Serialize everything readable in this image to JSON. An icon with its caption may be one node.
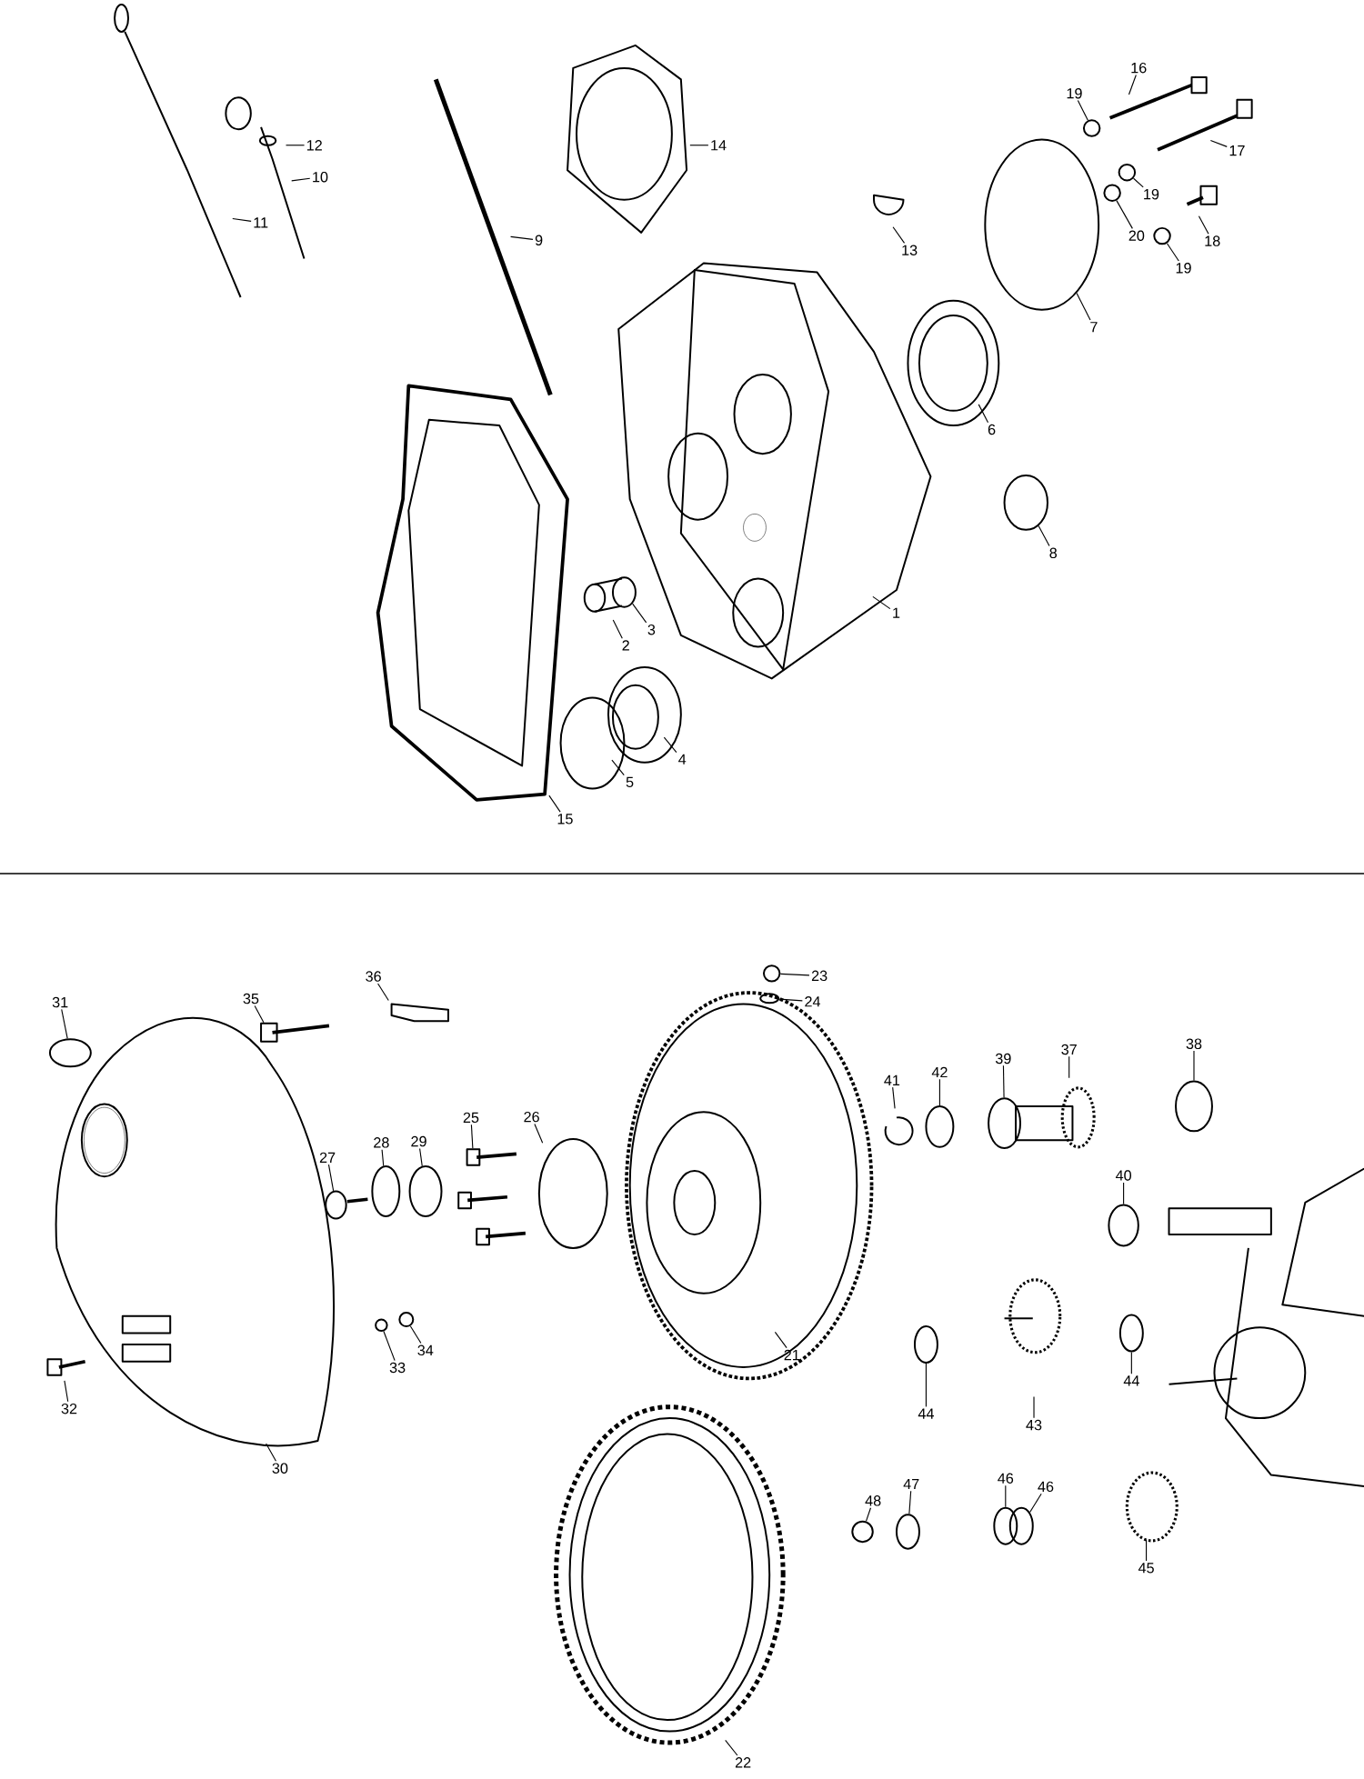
{
  "diagram": {
    "nodes": [
      {
        "text": [
          "16"
        ]
      },
      {
        "text": [
          "19"
        ]
      },
      {
        "text": [
          "12"
        ]
      },
      {
        "text": [
          "14"
        ]
      },
      {
        "text": [
          "10"
        ]
      },
      {
        "text": [
          "17"
        ]
      },
      {
        "text": [
          "19"
        ]
      },
      {
        "text": [
          "11"
        ]
      },
      {
        "text": [
          "20"
        ]
      },
      {
        "text": [
          "9"
        ]
      },
      {
        "text": [
          "13"
        ]
      },
      {
        "text": [
          "18"
        ]
      },
      {
        "text": [
          "19"
        ]
      },
      {
        "text": [
          "7"
        ]
      },
      {
        "text": [
          "6"
        ]
      },
      {
        "text": [
          "8"
        ]
      },
      {
        "text": [
          "1"
        ]
      },
      {
        "text": [
          "3"
        ]
      },
      {
        "text": [
          "2"
        ]
      },
      {
        "text": [
          "4"
        ]
      },
      {
        "text": [
          "5"
        ]
      },
      {
        "text": [
          "15"
        ]
      },
      {
        "text": [
          "23"
        ]
      },
      {
        "text": [
          "36"
        ]
      },
      {
        "text": [
          "24"
        ]
      },
      {
        "text": [
          "35"
        ]
      },
      {
        "text": [
          "31"
        ]
      },
      {
        "text": [
          "38"
        ]
      },
      {
        "text": [
          "37"
        ]
      },
      {
        "text": [
          "39"
        ]
      },
      {
        "text": [
          "42"
        ]
      },
      {
        "text": [
          "41"
        ]
      },
      {
        "text": [
          "26"
        ]
      },
      {
        "text": [
          "25"
        ]
      },
      {
        "text": [
          "28"
        ]
      },
      {
        "text": [
          "29"
        ]
      },
      {
        "text": [
          "27"
        ]
      },
      {
        "text": [
          "40"
        ]
      },
      {
        "text": [
          "34"
        ]
      },
      {
        "text": [
          "21"
        ]
      },
      {
        "text": [
          "33"
        ]
      },
      {
        "text": [
          "44"
        ]
      },
      {
        "text": [
          "32"
        ]
      },
      {
        "text": [
          "44"
        ]
      },
      {
        "text": [
          "43"
        ]
      },
      {
        "text": [
          "30"
        ]
      },
      {
        "text": [
          "46"
        ]
      },
      {
        "text": [
          "46"
        ]
      },
      {
        "text": [
          "47"
        ]
      },
      {
        "text": [
          "48"
        ]
      },
      {
        "text": [
          "45"
        ]
      },
      {
        "text": [
          "22"
        ]
      },
      {
        "text": [],
        "shape": "circle"
      },
      {
        "text": [],
        "shape": "circle"
      },
      {
        "text": [],
        "shape": "circle"
      },
      {
        "text": [],
        "shape": "circle"
      },
      {
        "text": [],
        "shape": "circle"
      },
      {
        "text": [],
        "shape": "circle"
      },
      {
        "text": [],
        "shape": "circle"
      },
      {
        "text": [],
        "shape": "circle"
      },
      {
        "text": [],
        "shape": "circle"
      },
      {
        "text": [],
        "shape": "circle"
      },
      {
        "text": [],
        "shape": "circle"
      },
      {
        "text": [],
        "shape": "box"
      },
      {
        "text": [],
        "shape": "box"
      },
      {
        "text": [],
        "shape": "circle"
      },
      {
        "text": [],
        "shape": "circle"
      },
      {
        "text": [],
        "shape": "circle"
      },
      {
        "text": [],
        "shape": "circle"
      },
      {
        "text": [],
        "shape": "circle"
      },
      {
        "text": [],
        "shape": "circle"
      },
      {
        "text": [],
        "shape": "circle"
      },
      {
        "text": [],
        "shape": "circle"
      },
      {
        "text": [],
        "shape": "circle"
      },
      {
        "text": [],
        "shape": "circle"
      },
      {
        "text": [],
        "shape": "circle"
      },
      {
        "text": [],
        "shape": "circle"
      },
      {
        "text": [],
        "shape": "circle"
      },
      {
        "text": [],
        "shape": "circle"
      }
    ],
    "edges": [
      {
        "from": 0,
        "to": null,
        "arrow": "none"
      },
      {
        "from": 1,
        "to": 52,
        "arrow": "none"
      },
      {
        "from": 2,
        "to": null,
        "arrow": "none"
      },
      {
        "from": 3,
        "to": null,
        "arrow": "none"
      },
      {
        "from": 4,
        "to": null,
        "arrow": "none"
      },
      {
        "from": 5,
        "to": null,
        "arrow": "none"
      },
      {
        "from": 6,
        "to": 53,
        "arrow": "none"
      },
      {
        "from": 7,
        "to": null,
        "arrow": "none"
      },
      {
        "from": 8,
        "to": 54,
        "arrow": "none"
      },
      {
        "from": 9,
        "to": null,
        "arrow": "none"
      },
      {
        "from": 10,
        "to": null,
        "arrow": "none"
      },
      {
        "from": 11,
        "to": null,
        "arrow": "none"
      },
      {
        "from": 12,
        "to": 55,
        "arrow": "none"
      },
      {
        "from": 13,
        "to": 77,
        "arrow": "none"
      },
      {
        "from": 14,
        "to": null,
        "arrow": "none"
      },
      {
        "from": 15,
        "to": 78,
        "arrow": "none"
      },
      {
        "from": 16,
        "to": null,
        "arrow": "none"
      },
      {
        "from": 17,
        "to": 56,
        "arrow": "none"
      },
      {
        "from": 18,
        "to": null,
        "arrow": "none"
      },
      {
        "from": 19,
        "to": null,
        "arrow": "none"
      },
      {
        "from": 20,
        "to": null,
        "arrow": "none"
      },
      {
        "from": 21,
        "to": null,
        "arrow": "none"
      },
      {
        "from": 22,
        "to": 57,
        "arrow": "none"
      },
      {
        "from": 23,
        "to": null,
        "arrow": "none"
      },
      {
        "from": 24,
        "to": 58,
        "arrow": "none"
      },
      {
        "from": 25,
        "to": 63,
        "arrow": "none"
      },
      {
        "from": 26,
        "to": 59,
        "arrow": "none"
      },
      {
        "from": 27,
        "to": 72,
        "arrow": "none"
      },
      {
        "from": 28,
        "to": null,
        "arrow": "none"
      },
      {
        "from": 29,
        "to": 71,
        "arrow": "none"
      },
      {
        "from": 30,
        "to": 70,
        "arrow": "none"
      },
      {
        "from": 31,
        "to": null,
        "arrow": "none"
      },
      {
        "from": 32,
        "to": null,
        "arrow": "none"
      },
      {
        "from": 33,
        "to": 64,
        "arrow": "none"
      },
      {
        "from": 34,
        "to": 60,
        "arrow": "none"
      },
      {
        "from": 35,
        "to": 61,
        "arrow": "none"
      },
      {
        "from": 36,
        "to": 62,
        "arrow": "none"
      },
      {
        "from": 37,
        "to": 69,
        "arrow": "none"
      },
      {
        "from": 38,
        "to": 65,
        "arrow": "none"
      },
      {
        "from": 39,
        "to": null,
        "arrow": "none"
      },
      {
        "from": 40,
        "to": 66,
        "arrow": "none"
      },
      {
        "from": 41,
        "to": 67,
        "arrow": "none"
      },
      {
        "from": 42,
        "to": null,
        "arrow": "none"
      },
      {
        "from": 43,
        "to": 68,
        "arrow": "none"
      },
      {
        "from": 44,
        "to": null,
        "arrow": "none"
      },
      {
        "from": 45,
        "to": null,
        "arrow": "none"
      },
      {
        "from": 46,
        "to": 73,
        "arrow": "none"
      },
      {
        "from": 47,
        "to": 74,
        "arrow": "none"
      },
      {
        "from": 48,
        "to": 75,
        "arrow": "none"
      },
      {
        "from": 49,
        "to": 76,
        "arrow": "none"
      },
      {
        "from": 50,
        "to": null,
        "arrow": "none"
      },
      {
        "from": 51,
        "to": null,
        "arrow": "none"
      }
    ]
  }
}
